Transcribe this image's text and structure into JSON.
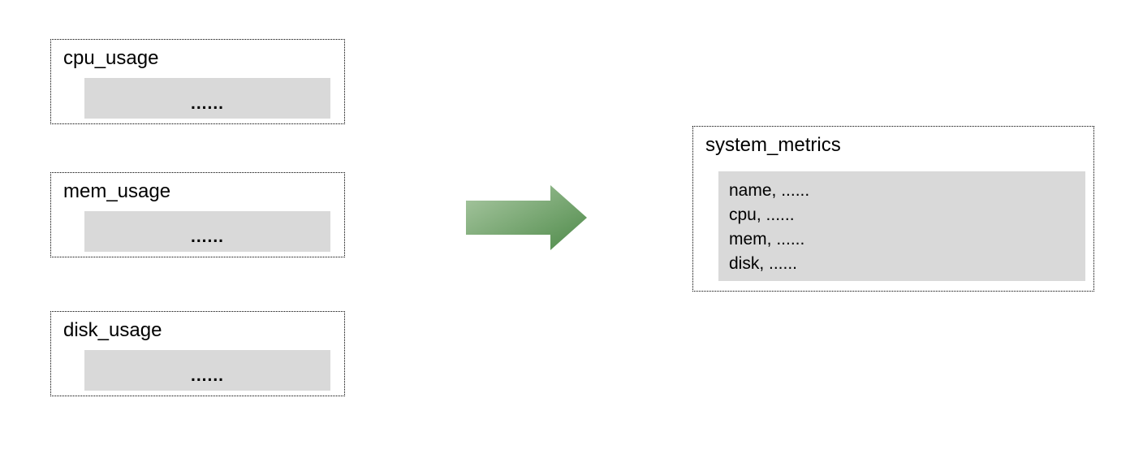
{
  "diagram": {
    "background_color": "#ffffff",
    "panel_fill_color": "#d9d9d9",
    "border_color": "#000000",
    "source_tables": [
      {
        "title": "cpu_usage",
        "placeholder": "......"
      },
      {
        "title": "mem_usage",
        "placeholder": "......"
      },
      {
        "title": "disk_usage",
        "placeholder": "......"
      }
    ],
    "arrow": {
      "direction": "right",
      "gradient_from": "#abc9a4",
      "gradient_to": "#4e8a49"
    },
    "target_table": {
      "title": "system_metrics",
      "fields": [
        "name, ......",
        "cpu, ......",
        "mem, ......",
        "disk, ......"
      ]
    }
  }
}
